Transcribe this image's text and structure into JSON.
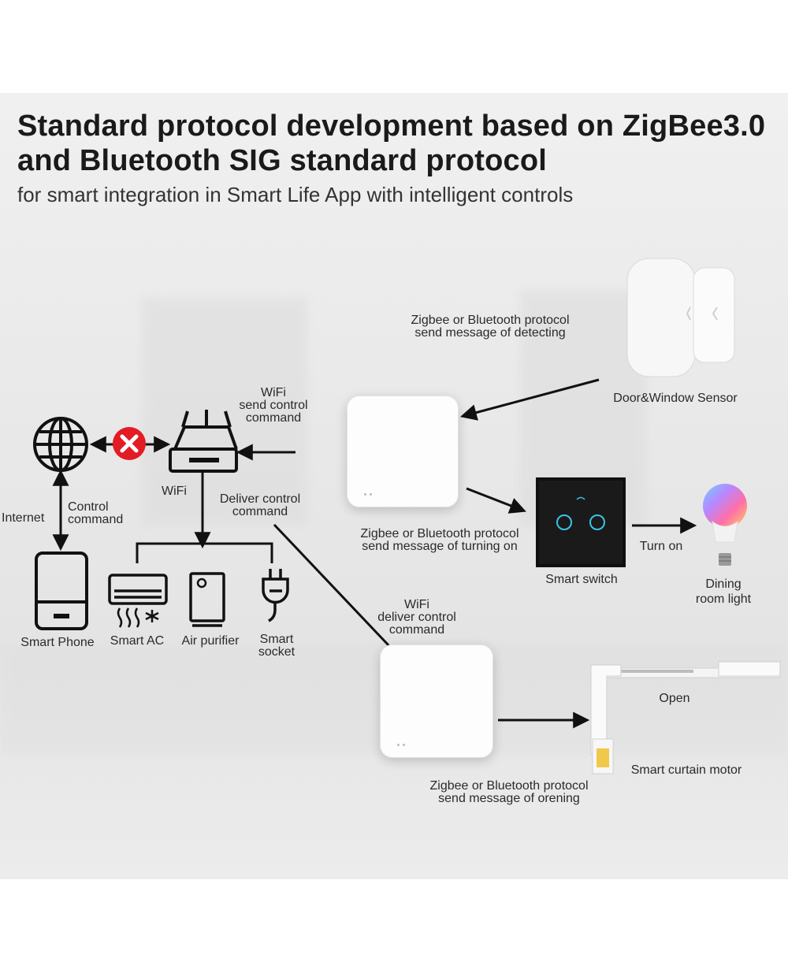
{
  "header": {
    "title_line1": "Standard protocol development based on ZigBee3.0",
    "title_line2": "and Bluetooth SIG standard protocol",
    "subtitle": "for smart integration in Smart Life App with intelligent controls"
  },
  "left": {
    "internet": "Internet",
    "control_cmd_1": "Control",
    "control_cmd_2": "command",
    "wifi": "WiFi",
    "wifi_send_1": "WiFi",
    "wifi_send_2": "send control",
    "wifi_send_3": "command",
    "deliver_1": "Deliver control",
    "deliver_2": "command",
    "smart_phone": "Smart Phone",
    "smart_ac": "Smart AC",
    "air_purifier": "Air purifier",
    "smart_socket_1": "Smart",
    "smart_socket_2": "socket"
  },
  "right": {
    "detect_1": "Zigbee or Bluetooth protocol",
    "detect_2": "send message of detecting",
    "door_sensor": "Door&Window Sensor",
    "turning_1": "Zigbee or Bluetooth protocol",
    "turning_2": "send message of turning on",
    "smart_switch": "Smart switch",
    "turn_on": "Turn on",
    "dining_1": "Dining",
    "dining_2": "room light",
    "wifi_deliver_1": "WiFi",
    "wifi_deliver_2": "deliver control",
    "wifi_deliver_3": "command",
    "open": "Open",
    "curtain_motor": "Smart curtain motor",
    "orening_1": "Zigbee or Bluetooth protocol",
    "orening_2": "send message of orening"
  },
  "colors": {
    "blocked": "#e31b23",
    "line": "#111111"
  },
  "icons": [
    "globe-icon",
    "blocked-x-icon",
    "router-icon",
    "phone-icon",
    "ac-icon",
    "purifier-icon",
    "socket-icon",
    "bulb-icon"
  ]
}
